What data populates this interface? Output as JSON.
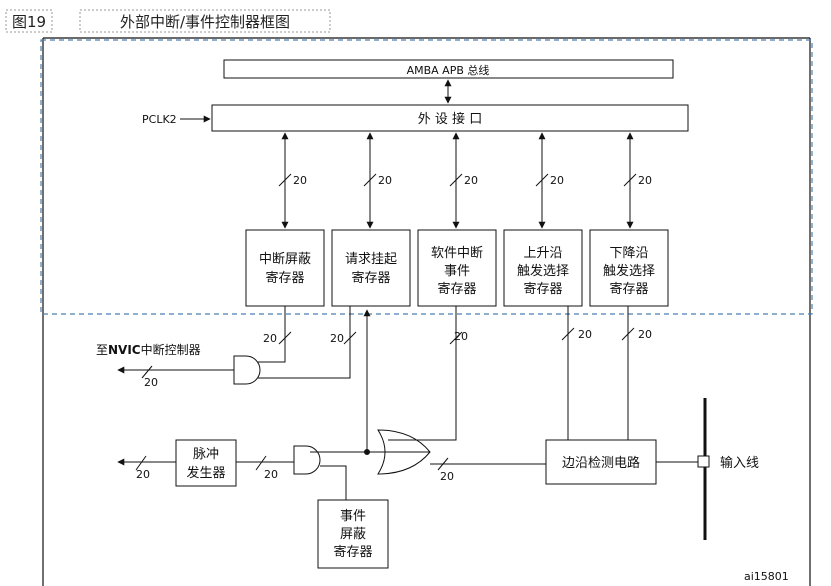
{
  "figure": {
    "number": "图19",
    "title": "外部中断/事件控制器框图",
    "id_label": "ai15801"
  },
  "bus": {
    "amba_label": "AMBA APB 总线",
    "interface_label": "外 设 接 口",
    "pclk_label": "PCLK2"
  },
  "registers": [
    {
      "lines": [
        "中断屏蔽",
        "寄存器"
      ]
    },
    {
      "lines": [
        "请求挂起",
        "寄存器"
      ]
    },
    {
      "lines": [
        "软件中断",
        "事件",
        "寄存器"
      ]
    },
    {
      "lines": [
        "上升沿",
        "触发选择",
        "寄存器"
      ]
    },
    {
      "lines": [
        "下降沿",
        "触发选择",
        "寄存器"
      ]
    }
  ],
  "blocks": {
    "pulse_gen": [
      "脉冲",
      "发生器"
    ],
    "event_mask": [
      "事件",
      "屏蔽",
      "寄存器"
    ],
    "edge_detect": "边沿检测电路"
  },
  "labels": {
    "bus_width": "20",
    "nvic_prefix": "至",
    "nvic_bold": "NVIC",
    "nvic_suffix": "中断控制器",
    "input_line": "输入线"
  },
  "colors": {
    "line": "#111111",
    "dashed": "#4a7fb5",
    "caption_border": "#999999"
  }
}
